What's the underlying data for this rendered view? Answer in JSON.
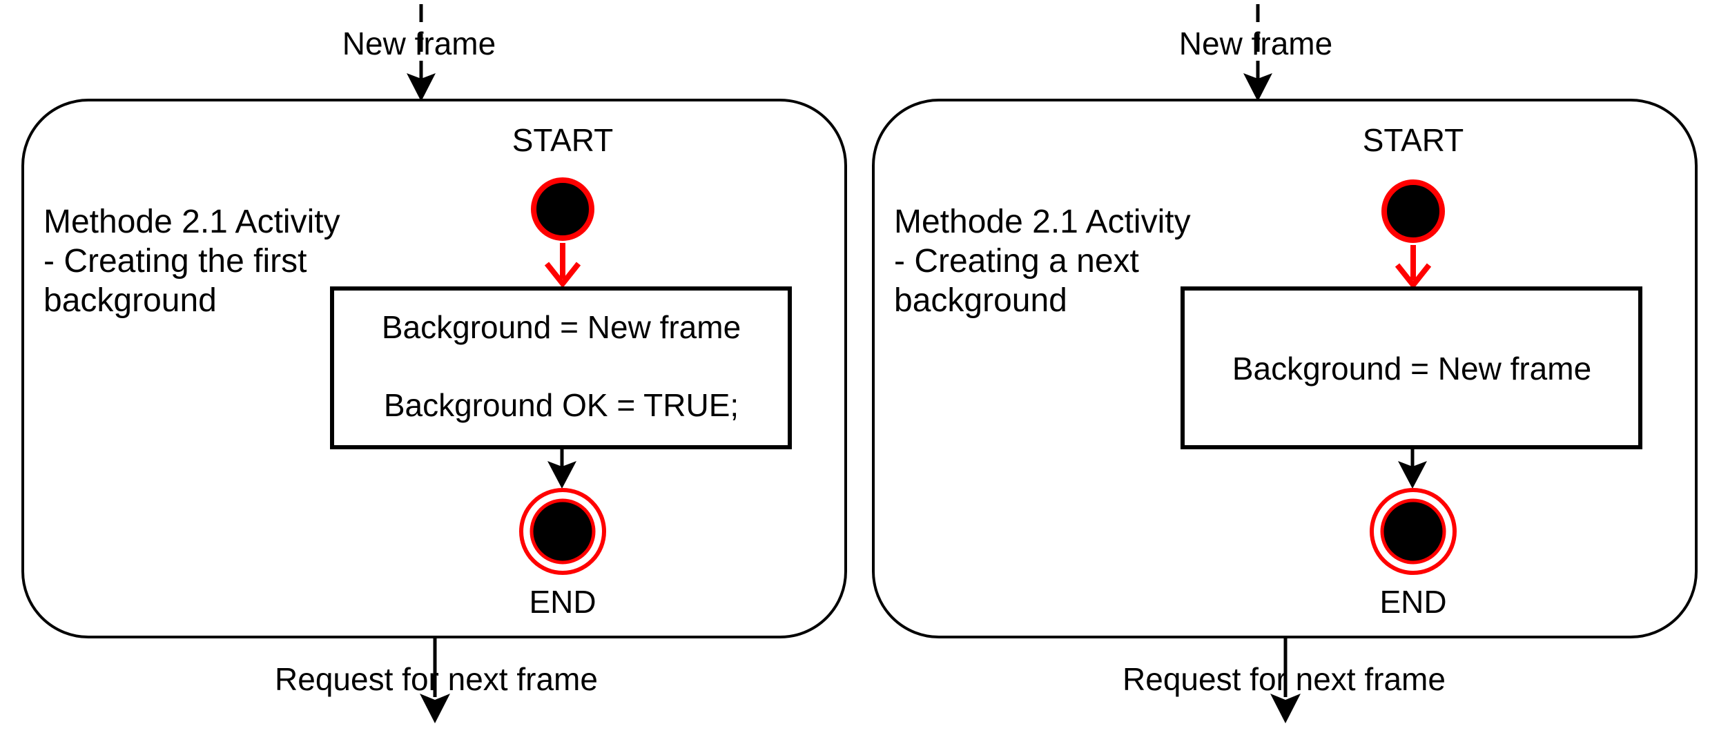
{
  "colors": {
    "red": "#ff0000",
    "black": "#000000",
    "white": "#ffffff"
  },
  "diagrams": [
    {
      "entry_event": "New frame",
      "title_lines": [
        "Methode 2.1 Activity",
        "- Creating the first",
        "background"
      ],
      "start_label": "START",
      "action_lines": [
        "Background = New frame",
        "Background OK = TRUE;"
      ],
      "end_label": "END",
      "exit_event": "Request for next frame"
    },
    {
      "entry_event": "New frame",
      "title_lines": [
        "Methode 2.1 Activity",
        "- Creating a next",
        "background"
      ],
      "start_label": "START",
      "action_lines": [
        "Background = New frame"
      ],
      "end_label": "END",
      "exit_event": "Request for next frame"
    }
  ]
}
